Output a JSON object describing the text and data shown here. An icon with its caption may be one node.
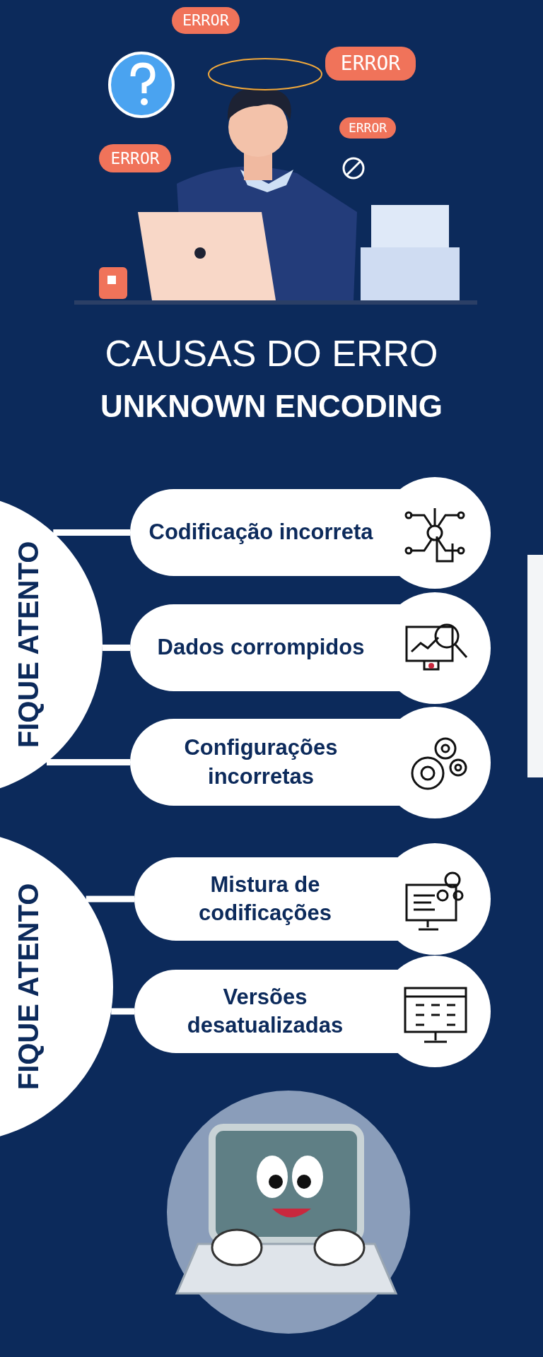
{
  "diagram": {
    "title": "CAUSAS DO ERRO",
    "nodes": [
      {
        "text": [
          "FIQUE ATENTO"
        ]
      },
      {
        "text": [
          "Codificação incorreta"
        ]
      },
      {
        "text": [
          "Dados corrompidos"
        ]
      },
      {
        "text": [
          "Configurações incorretas"
        ]
      },
      {
        "text": [
          "FIQUE ATENTO"
        ]
      },
      {
        "text": [
          "Mistura de codificações"
        ]
      },
      {
        "text": [
          "Versões desatualizadas"
        ]
      }
    ],
    "edges": [
      {
        "from": 0,
        "to": 1,
        "arrow": "none"
      },
      {
        "from": 0,
        "to": 2,
        "arrow": "none"
      },
      {
        "from": 0,
        "to": 3,
        "arrow": "none"
      },
      {
        "from": 4,
        "to": 5,
        "arrow": "none"
      },
      {
        "from": 4,
        "to": 6,
        "arrow": "none"
      }
    ],
    "labels": [
      "ERROR",
      "ERROR",
      "ERROR",
      "ERROR",
      "UNKNOWN ENCODING"
    ]
  }
}
